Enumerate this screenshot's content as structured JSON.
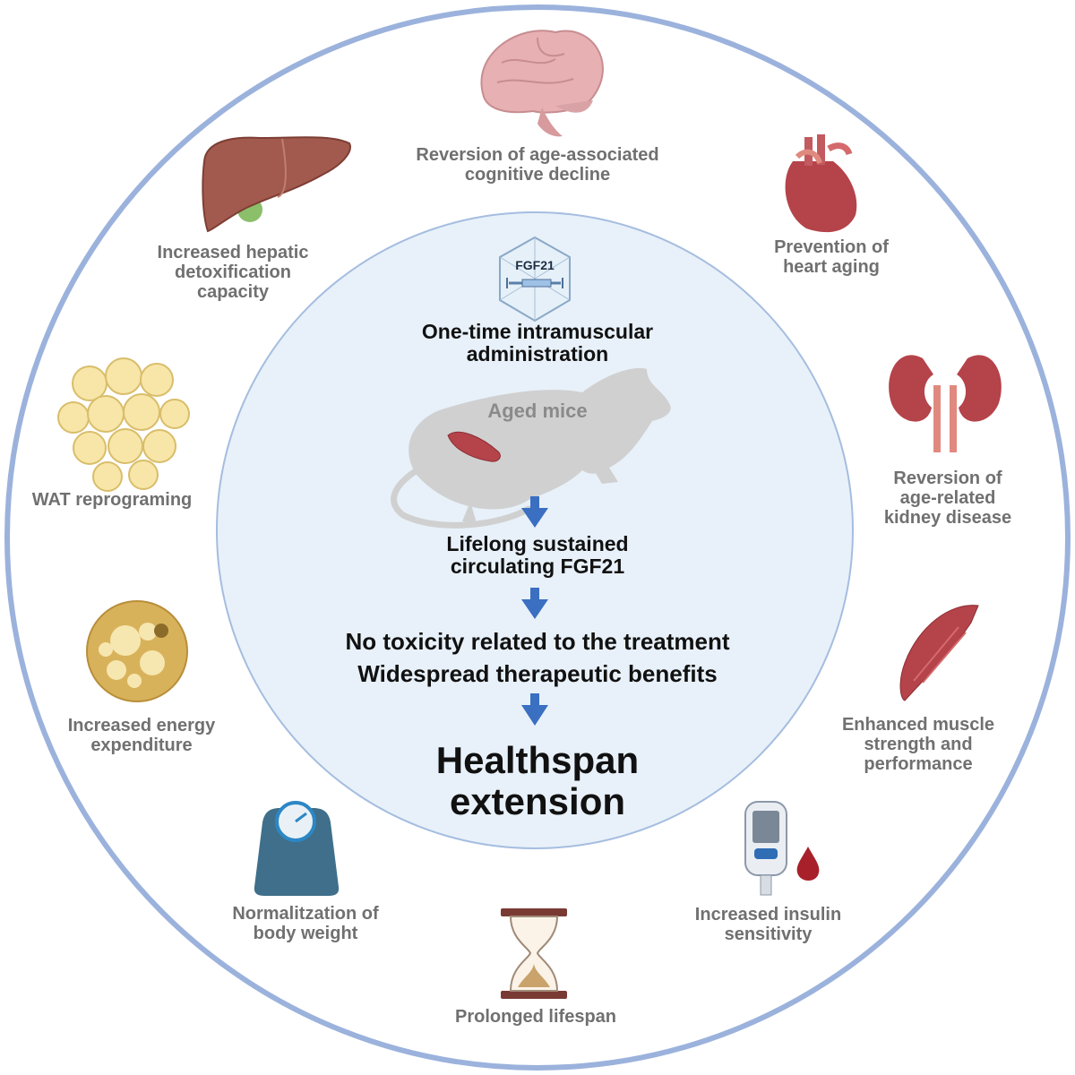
{
  "center": {
    "vector_label": "FGF21",
    "administration": [
      "One-time intramuscular",
      "administration"
    ],
    "subject": "Aged mice",
    "step_sustained": [
      "Lifelong sustained",
      "circulating FGF21"
    ],
    "step_safety": [
      "No toxicity related to the treatment",
      "Widespread therapeutic benefits"
    ],
    "outcome": [
      "Healthspan",
      "extension"
    ]
  },
  "benefits": {
    "brain": [
      "Reversion of age-associated",
      "cognitive decline"
    ],
    "heart": [
      "Prevention of",
      "heart aging"
    ],
    "kidney": [
      "Reversion of",
      "age-related",
      "kidney disease"
    ],
    "muscle": [
      "Enhanced muscle",
      "strength and",
      "performance"
    ],
    "insulin": [
      "Increased insulin",
      "sensitivity"
    ],
    "lifespan": [
      "Prolonged lifespan"
    ],
    "weight": [
      "Normalitzation of",
      "body weight"
    ],
    "energy": [
      "Increased energy",
      "expenditure"
    ],
    "wat": [
      "WAT reprograming"
    ],
    "liver": [
      "Increased hepatic",
      "detoxification",
      "capacity"
    ]
  },
  "colors": {
    "outer_ring": "#9bb2dc",
    "inner_fill": "#e8f1f9",
    "inner_ring": "#a5bde0",
    "arrow": "#3a6fc2",
    "organ_red": "#b5434a"
  }
}
